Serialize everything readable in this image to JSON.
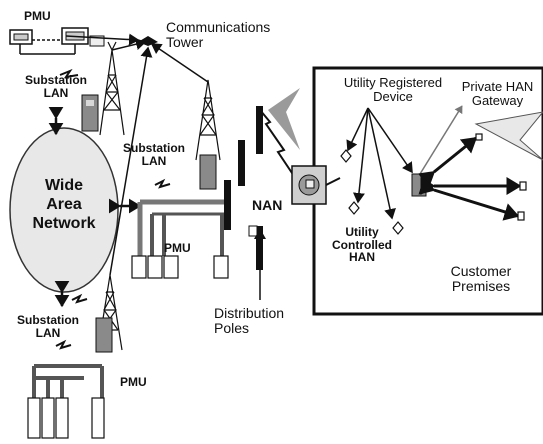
{
  "labels": {
    "pmu_top": "PMU",
    "substation_top_1": "Substation",
    "substation_top_2": "LAN",
    "comm_tower_1": "Communications",
    "comm_tower_2": "Tower",
    "substation_mid_1": "Substation",
    "substation_mid_2": "LAN",
    "wan_1": "Wide",
    "wan_2": "Area",
    "wan_3": "Network",
    "pmu_mid": "PMU",
    "nan": "NAN",
    "dist_poles_1": "Distribution",
    "dist_poles_2": "Poles",
    "utility_reg_1": "Utility Registered",
    "utility_reg_2": "Device",
    "private_han_1": "Private HAN",
    "private_han_2": "Gateway",
    "utility_ctrl_1": "Utility",
    "utility_ctrl_2": "Controlled",
    "utility_ctrl_3": "HAN",
    "customer_1": "Customer",
    "customer_2": "Premises",
    "substation_bot_1": "Substation",
    "substation_bot_2": "LAN",
    "pmu_bot": "PMU"
  },
  "colors": {
    "line": "#111111",
    "device_gray": "#8a8a8a",
    "device_light": "#d8d8d8",
    "wan_fill": "#e8e8e8",
    "gateway_arrow": "#777777",
    "lightning": "#9a9a9a"
  }
}
